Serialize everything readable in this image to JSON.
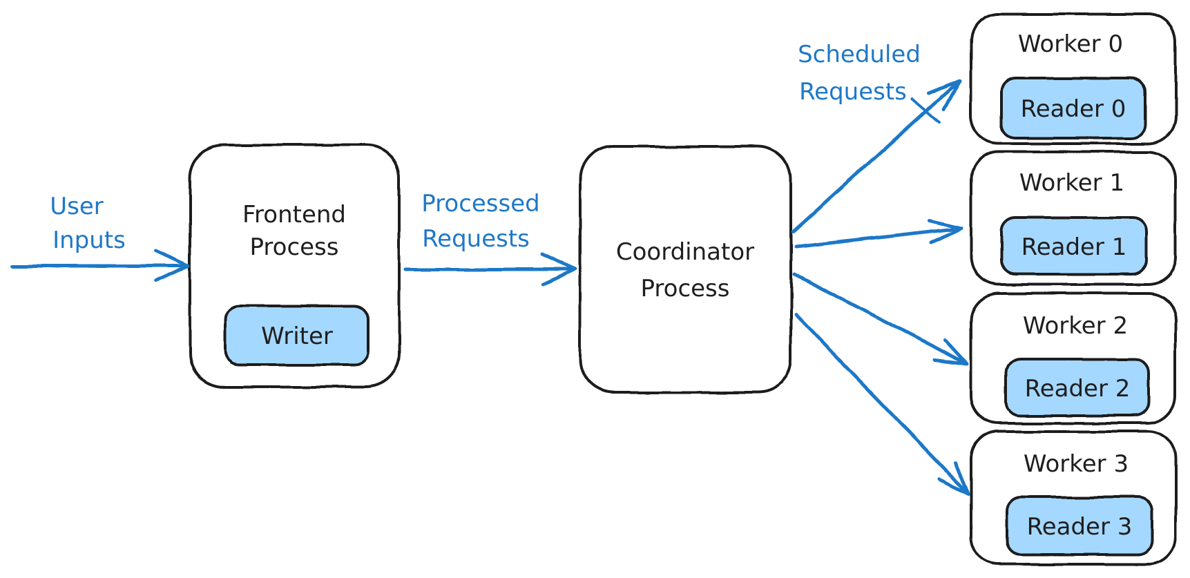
{
  "diagram": {
    "background": "#ffffff",
    "colors": {
      "ink": "#1e1e1e",
      "accent_blue": "#1e78c8",
      "highlight_fill": "#a5d8ff"
    },
    "edge_labels": {
      "user_inputs": {
        "lines": [
          "User",
          "Inputs"
        ]
      },
      "processed_requests": {
        "lines": [
          "Processed",
          "Requests"
        ]
      },
      "scheduled_requests": {
        "lines": [
          "Scheduled",
          "Requests"
        ]
      }
    },
    "nodes": {
      "frontend": {
        "lines": [
          "Frontend",
          "Process"
        ],
        "child": {
          "label": "Writer"
        }
      },
      "coordinator": {
        "lines": [
          "Coordinator",
          "Process"
        ]
      },
      "workers": [
        {
          "label": "Worker 0",
          "child": {
            "label": "Reader 0"
          }
        },
        {
          "label": "Worker 1",
          "child": {
            "label": "Reader 1"
          }
        },
        {
          "label": "Worker 2",
          "child": {
            "label": "Reader 2"
          }
        },
        {
          "label": "Worker 3",
          "child": {
            "label": "Reader 3"
          }
        }
      ]
    }
  }
}
